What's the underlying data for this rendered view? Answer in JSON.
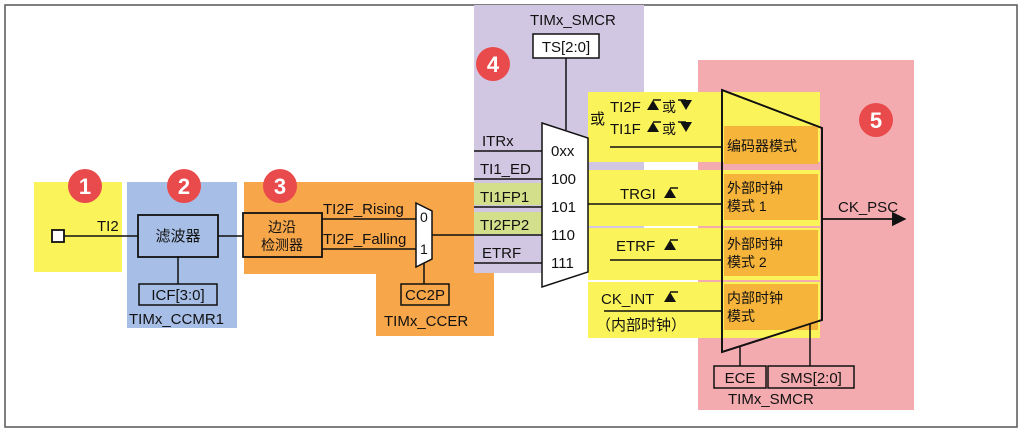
{
  "colors": {
    "frame": "#555555",
    "stage1": "#fbf35a",
    "stage2": "#a7bee7",
    "stage3": "#f8a64a",
    "stage4": "#d2c7e3",
    "stage5": "#f4abb0",
    "mode_highlight": "#fbf35a",
    "mode_block": "#f6b53a",
    "badge": "#e94a4b",
    "input_highlight": "#d4df8c"
  },
  "badges": [
    "1",
    "2",
    "3",
    "4",
    "5"
  ],
  "stage1": {
    "input_label": "TI2"
  },
  "stage2": {
    "filter_label": "滤波器",
    "icf_label": "ICF[3:0]",
    "register_label": "TIMx_CCMR1"
  },
  "stage3": {
    "edge_detector_line1": "边沿",
    "edge_detector_line2": "检测器",
    "rising_label": "TI2F_Rising",
    "falling_label": "TI2F_Falling",
    "mux_in0": "0",
    "mux_in1": "1",
    "cc2p_label": "CC2P",
    "register_label": "TIMx_CCER"
  },
  "stage4": {
    "register_label": "TIMx_SMCR",
    "ts_label": "TS[2:0]",
    "inputs": [
      "ITRx",
      "TI1_ED",
      "TI1FP1",
      "TI2FP2",
      "ETRF"
    ],
    "codes": [
      "0xx",
      "100",
      "101",
      "110",
      "111"
    ]
  },
  "stage5": {
    "or_label": "或",
    "encoder_line1": "TI2F",
    "encoder_line2": "TI1F",
    "or_small": "或",
    "trgi_label": "TRGI",
    "etrf_label": "ETRF",
    "ckint_label": "CK_INT",
    "ckint_note": "（内部时钟）",
    "mode_encoder": "编码器模式",
    "mode_ext1_line1": "外部时钟",
    "mode_ext1_line2": "模式 1",
    "mode_ext2_line1": "外部时钟",
    "mode_ext2_line2": "模式 2",
    "mode_int_line1": "内部时钟",
    "mode_int_line2": "模式",
    "ece_label": "ECE",
    "sms_label": "SMS[2:0]",
    "register_label": "TIMx_SMCR",
    "output_label": "CK_PSC"
  }
}
